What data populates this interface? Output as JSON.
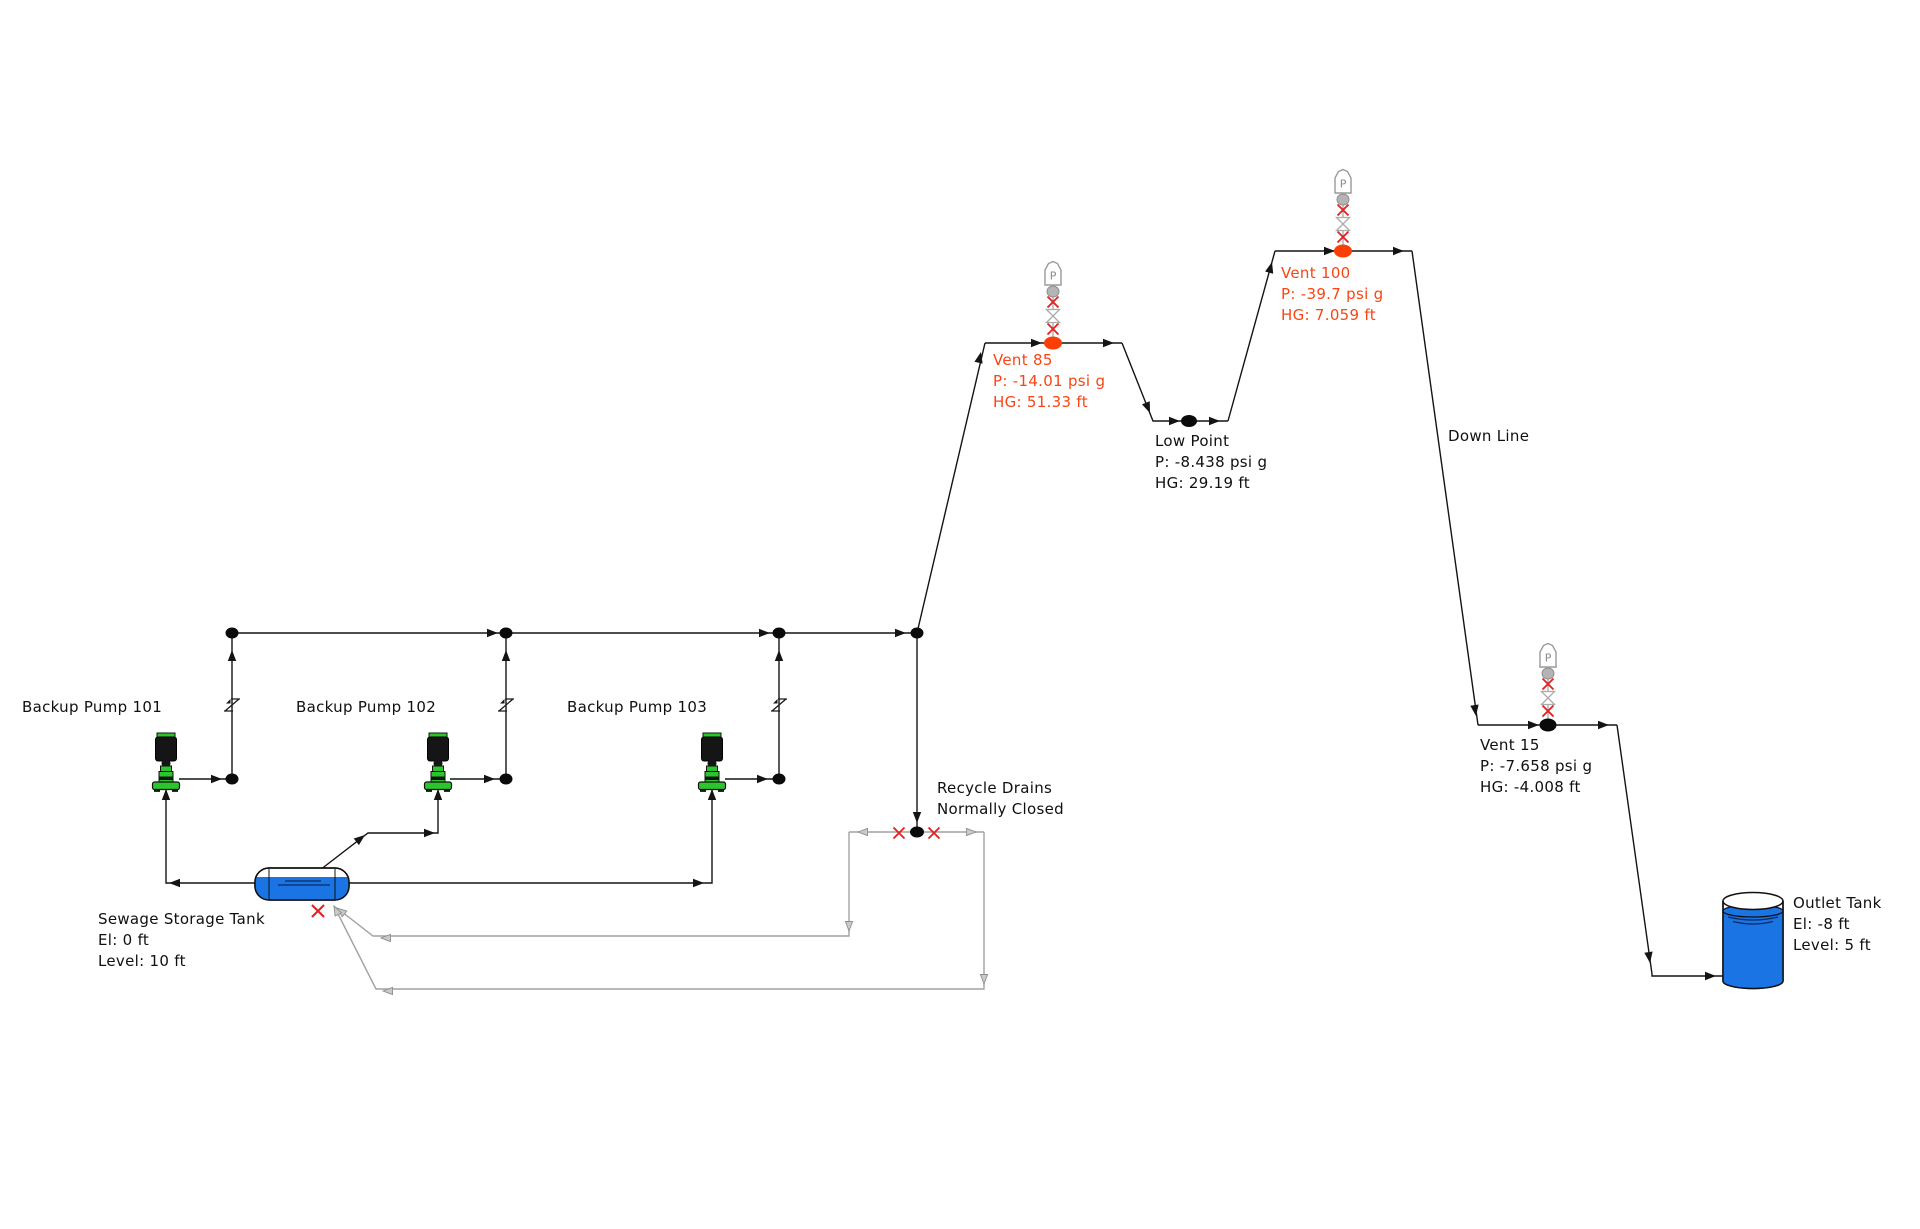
{
  "nodes": {
    "pump101": {
      "label": "Backup Pump 101"
    },
    "pump102": {
      "label": "Backup Pump 102"
    },
    "pump103": {
      "label": "Backup Pump 103"
    },
    "sewage_tank": {
      "label": "Sewage Storage Tank",
      "elevation": "El: 0 ft",
      "level": "Level: 10 ft"
    },
    "vent85": {
      "label": "Vent 85",
      "pressure": "P: -14.01 psi g",
      "hg": "HG: 51.33 ft"
    },
    "low_point": {
      "label": "Low Point",
      "pressure": "P: -8.438 psi g",
      "hg": "HG: 29.19 ft"
    },
    "vent100": {
      "label": "Vent 100",
      "pressure": "P: -39.7 psi g",
      "hg": "HG: 7.059 ft"
    },
    "vent15": {
      "label": "Vent 15",
      "pressure": "P: -7.658 psi g",
      "hg": "HG: -4.008 ft"
    },
    "outlet_tank": {
      "label": "Outlet Tank",
      "elevation": "El: -8 ft",
      "level": "Level: 5 ft"
    }
  },
  "annotations": {
    "down_line": "Down Line",
    "recycle_line1": "Recycle Drains",
    "recycle_line2": "Normally Closed"
  },
  "icons": {
    "pressure_vessel_letter": "P"
  },
  "colors": {
    "pipe": "#141414",
    "closed_pipe": "#A2A2A2",
    "alert_text": "#FB4414",
    "alert_node": "#FB3D06",
    "closed_valve_x": "#E32222",
    "liquid_blue": "#1B74E4",
    "pump_green": "#2DC52D",
    "background": "#FFFFFF"
  }
}
